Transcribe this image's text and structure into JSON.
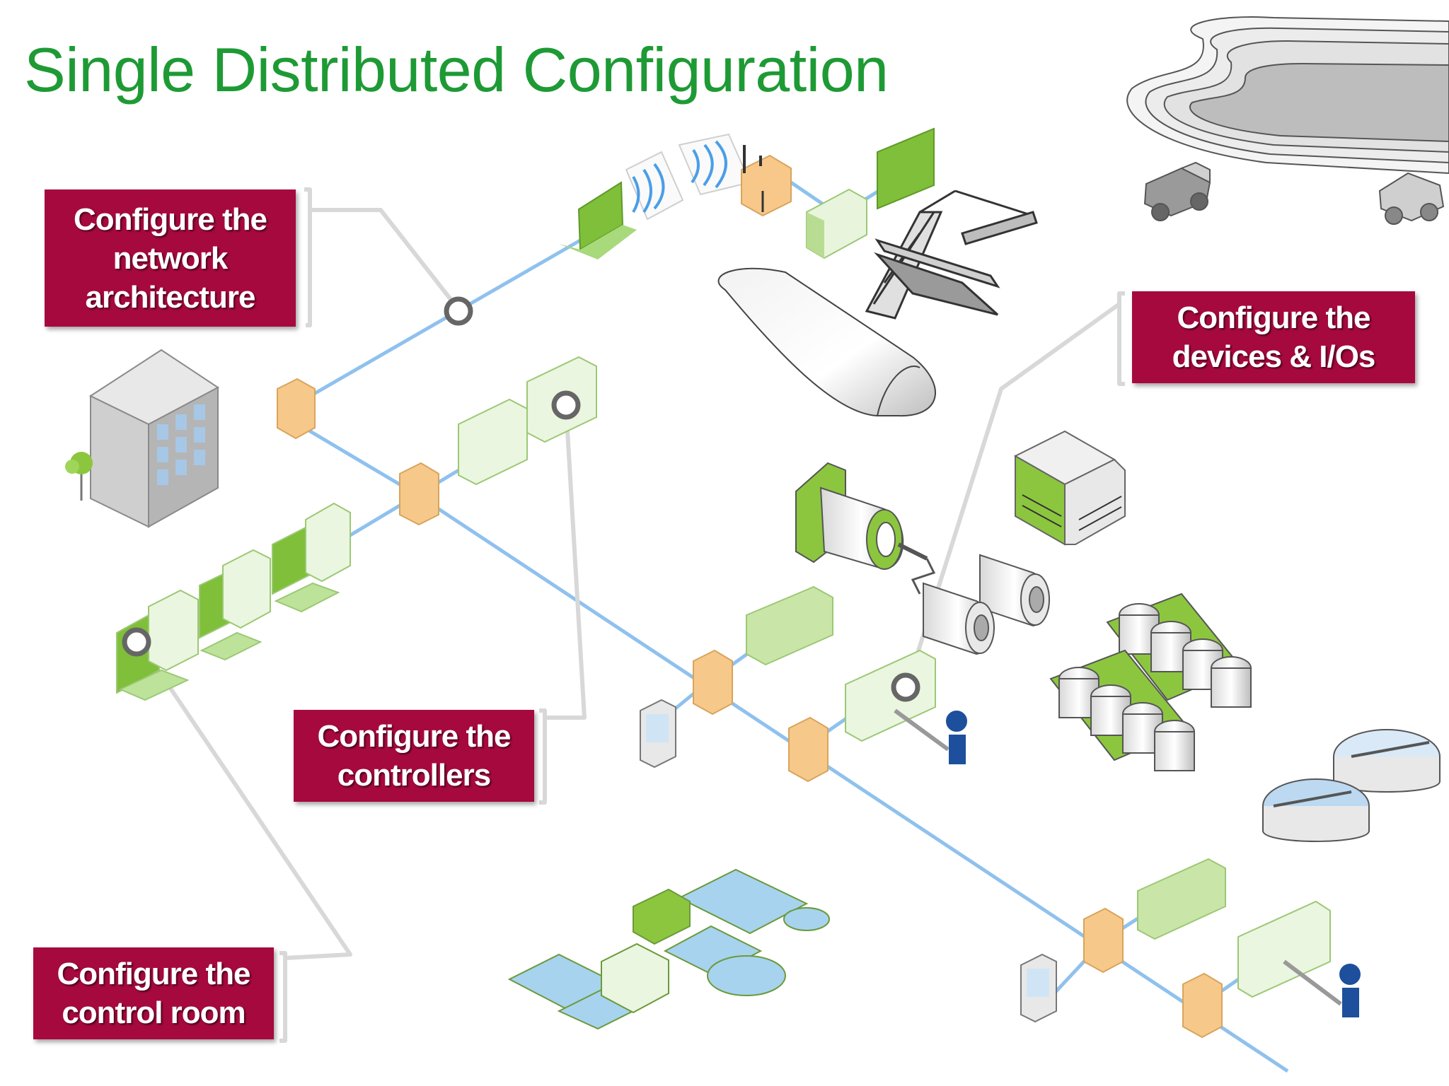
{
  "title": "Single Distributed Configuration",
  "callouts": {
    "network": {
      "line1": "Configure the",
      "line2": "network",
      "line3": "architecture"
    },
    "devices": {
      "line1": "Configure the",
      "line2": "devices & I/Os"
    },
    "controllers": {
      "line1": "Configure the",
      "line2": "controllers"
    },
    "control_room": {
      "line1": "Configure the",
      "line2": "control room"
    }
  },
  "colors": {
    "title": "#1e9a35",
    "callout_bg": "#a6093d",
    "network_line": "#8fc1ee",
    "equipment_green": "#8cc63f",
    "switch_orange": "#f6c98a",
    "device_blue": "#1d4f9c"
  }
}
